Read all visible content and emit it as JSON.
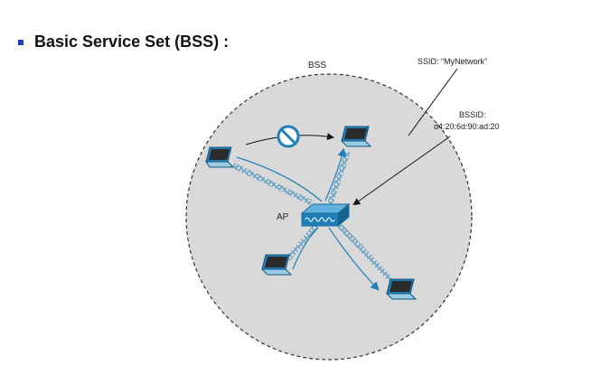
{
  "slide": {
    "bullet_icon": "square-bullet-icon",
    "heading": "Basic Service Set (BSS) :"
  },
  "diagram": {
    "bss_label": "BSS",
    "ssid_label": "SSID: “MyNetwork”",
    "bssid_label": "BSSID:",
    "bssid_value": "d4:20:6d:90:ad:20",
    "ap_label": "AP",
    "icons": [
      "laptop-icon",
      "access-point-icon",
      "no-entry-icon"
    ],
    "colors": {
      "bss_fill": "#d9d9d9",
      "bss_border": "#333333",
      "accent": "#1f7fb6",
      "bullet": "#1f3fbf"
    }
  }
}
